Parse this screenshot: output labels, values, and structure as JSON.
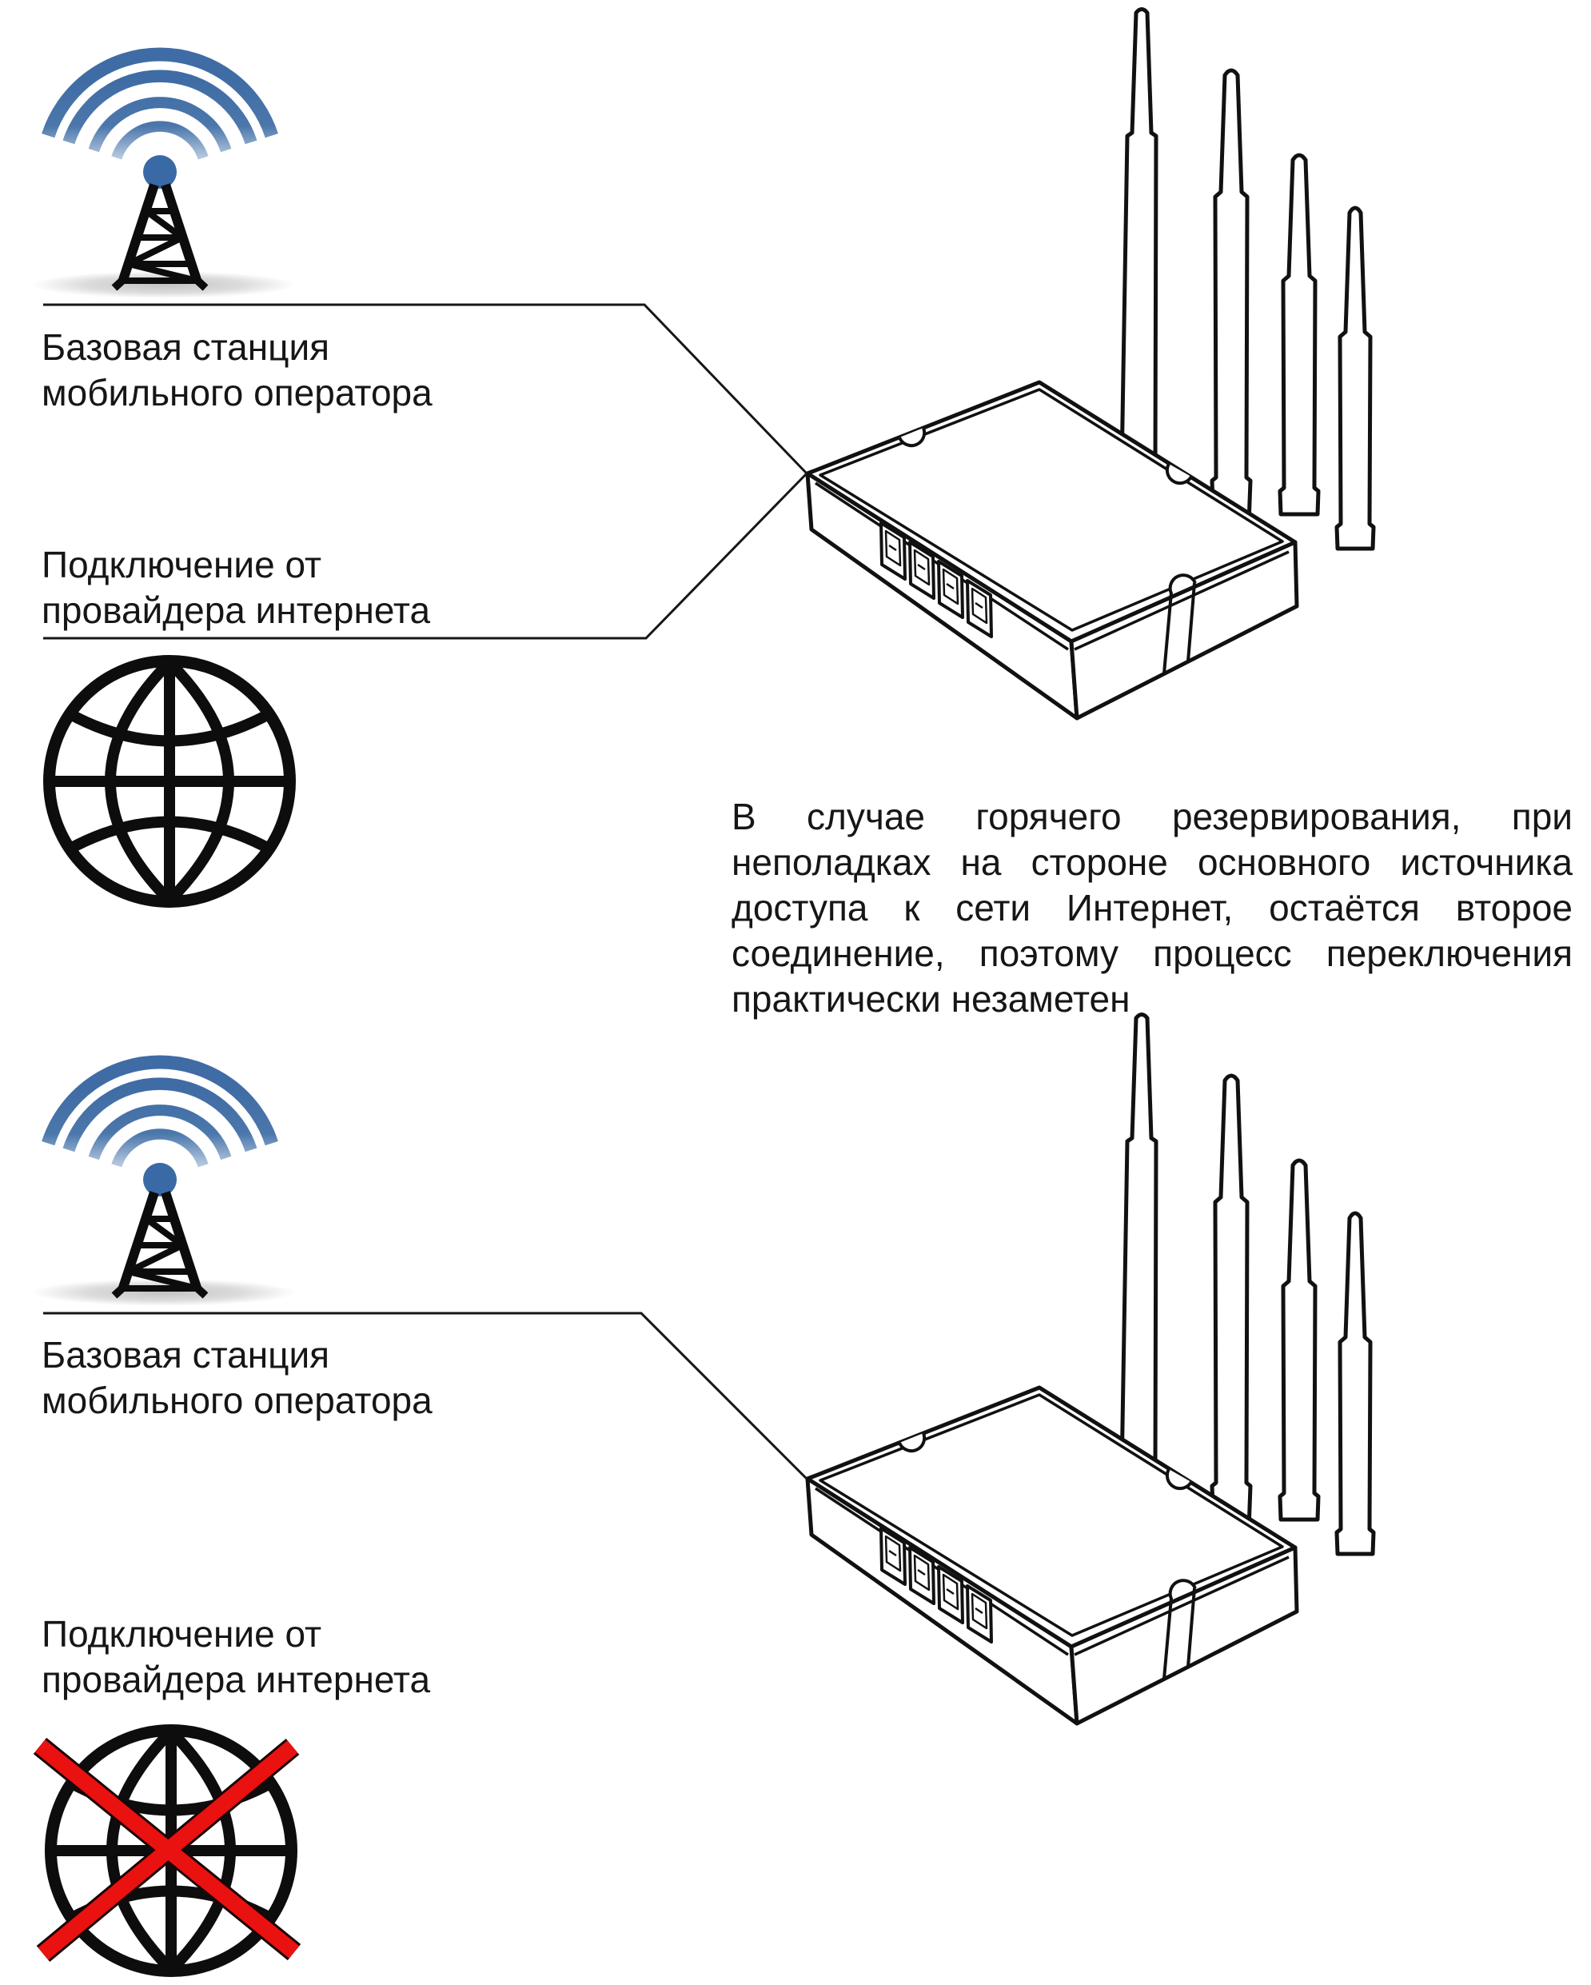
{
  "colors": {
    "accent_blue": "#4270a4",
    "cross_red": "#ea1111",
    "ink": "#161616"
  },
  "top_section": {
    "station_label": {
      "line1": "Базовая станция",
      "line2": "мобильного оператора"
    },
    "provider_label": {
      "line1": "Подключение от",
      "line2": "провайдера интернета"
    }
  },
  "bottom_section": {
    "station_label": {
      "line1": "Базовая станция",
      "line2": "мобильного оператора"
    },
    "provider_label": {
      "line1": "Подключение от",
      "line2": "провайдера интернета"
    }
  },
  "description": {
    "lines": [
      "В случае горячего резервирования, при",
      "неполадках на стороне основного источника",
      "доступа к сети Интернет, остаётся второе",
      "соединение, поэтому процесс переключения",
      "практически незаметен"
    ]
  }
}
